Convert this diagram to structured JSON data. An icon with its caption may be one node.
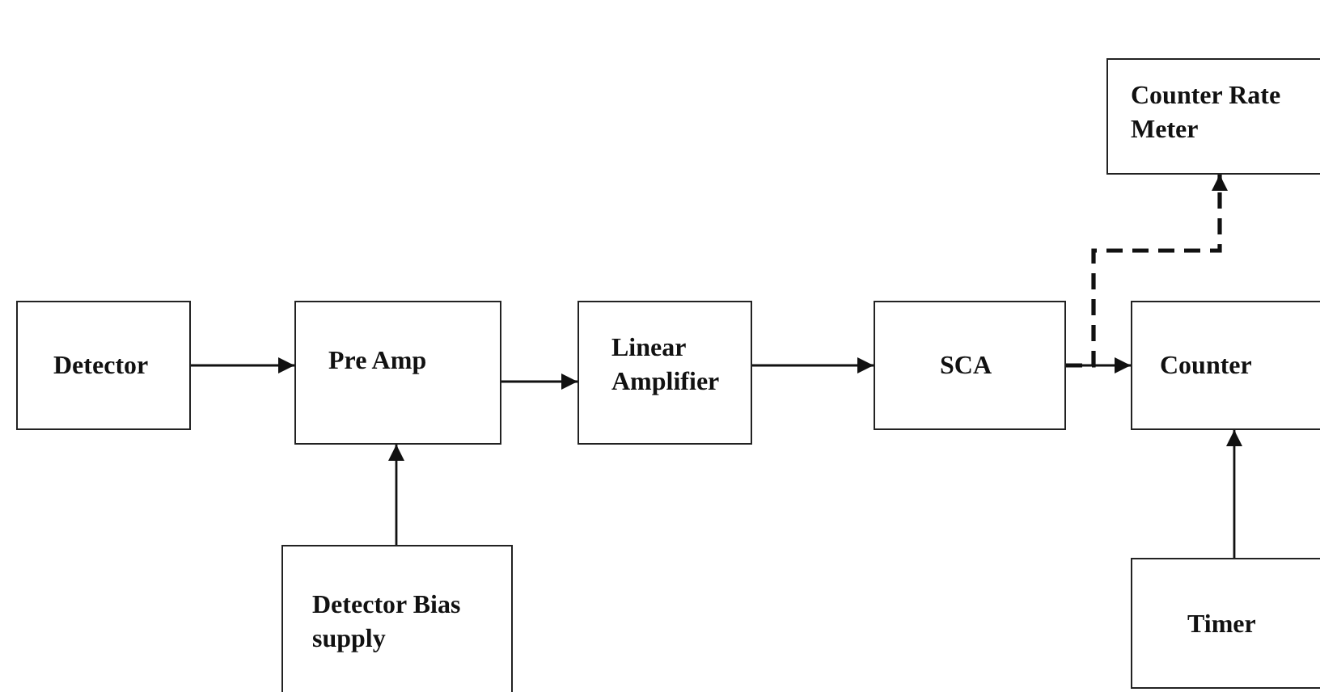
{
  "diagram": {
    "nodes": [
      {
        "text": [
          "Detector"
        ]
      },
      {
        "text": [
          "Pre Amp"
        ]
      },
      {
        "text": [
          "Linear Amplifier"
        ]
      },
      {
        "text": [
          "SCA"
        ]
      },
      {
        "text": [
          "Counter"
        ]
      },
      {
        "text": [
          "Counter Rate Meter"
        ]
      },
      {
        "text": [
          "Detector Bias supply"
        ]
      },
      {
        "text": [
          "Timer"
        ]
      }
    ],
    "edges": [
      {
        "from": 0,
        "to": 1,
        "arrow": "to"
      },
      {
        "from": 1,
        "to": 2,
        "arrow": "to"
      },
      {
        "from": 2,
        "to": 3,
        "arrow": "to"
      },
      {
        "from": 3,
        "to": 4,
        "arrow": "to"
      },
      {
        "from": 3,
        "to": 5,
        "arrow": "to",
        "style": "dashed"
      },
      {
        "from": 6,
        "to": 1,
        "arrow": "to"
      },
      {
        "from": 7,
        "to": 4,
        "arrow": "to"
      }
    ]
  }
}
